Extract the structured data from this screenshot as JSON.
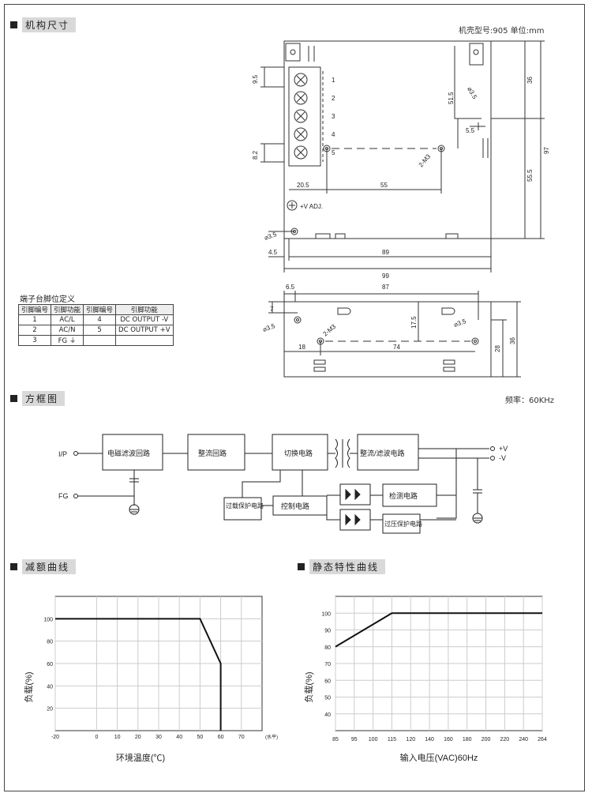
{
  "sections": {
    "dimensions": "机构尺寸",
    "block_diagram": "方框图",
    "derating": "减额曲线",
    "static": "静态特性曲线"
  },
  "case_info": "机壳型号:905   单位:mm",
  "frequency": "频率：60KHz",
  "pin_table": {
    "title": "端子台脚位定义",
    "headers": [
      "引脚编号",
      "引脚功能",
      "引脚编号",
      "引脚功能"
    ],
    "rows": [
      [
        "1",
        "AC/L",
        "4",
        "DC OUTPUT -V"
      ],
      [
        "2",
        "AC/N",
        "5",
        "DC OUTPUT +V"
      ],
      [
        "3",
        "FG ⏚",
        "",
        ""
      ]
    ]
  },
  "mech_labels": {
    "pins": [
      "1",
      "2",
      "3",
      "4",
      "5"
    ],
    "d95": "9.5",
    "d82": "8.2",
    "d205": "20.5",
    "d55": "55",
    "d515": "51.5",
    "d35a": "⌀3.5",
    "d55b": "5.5",
    "d36": "36",
    "d97": "97",
    "d555": "55.5",
    "m3": "2-M3",
    "vadj": "+V ADJ.",
    "d35b": "⌀3.5",
    "d45": "4.5",
    "d89": "89",
    "d99": "99",
    "d65": "6.5",
    "d87": "87",
    "d7": "7",
    "d35c": "⌀3.5",
    "d175": "17.5",
    "d35d": "⌀3.5",
    "m3b": "2-M3",
    "d28": "28",
    "d36b": "36",
    "d18": "18",
    "d74": "74"
  },
  "blocks": {
    "emi": "电磁滤波回路",
    "rect": "整流回路",
    "switch": "切换电路",
    "outrect": "整流/滤波电路",
    "olp": "过载保护电路",
    "ctrl": "控制电路",
    "detect": "检测电路",
    "ovp": "过压保护电路",
    "ip": "I/P",
    "fg": "FG",
    "pv": "+V",
    "mv": "-V"
  },
  "chart_data": [
    {
      "type": "line",
      "title": "减额曲线",
      "xlabel": "环境温度(℃)",
      "ylabel": "负载(%)",
      "x_unit": "(水平)",
      "xticks": [
        "-20",
        "0",
        "10",
        "20",
        "30",
        "40",
        "50",
        "60",
        "70"
      ],
      "yticks": [
        "20",
        "40",
        "60",
        "80",
        "100"
      ],
      "xlim": [
        -20,
        80
      ],
      "ylim": [
        0,
        120
      ],
      "series": [
        {
          "x": [
            -20,
            50,
            60,
            60
          ],
          "y": [
            100,
            100,
            60,
            0
          ]
        }
      ]
    },
    {
      "type": "line",
      "title": "静态特性曲线",
      "xlabel": "输入电压(VAC)60Hz",
      "ylabel": "负载(%)",
      "xticks": [
        "85",
        "95",
        "100",
        "115",
        "120",
        "140",
        "160",
        "180",
        "200",
        "220",
        "240",
        "264"
      ],
      "yticks": [
        "40",
        "50",
        "60",
        "70",
        "80",
        "90",
        "100"
      ],
      "ylim": [
        30,
        110
      ],
      "series": [
        {
          "x": [
            "85",
            "115",
            "264"
          ],
          "y": [
            80,
            100,
            100
          ]
        }
      ]
    }
  ]
}
